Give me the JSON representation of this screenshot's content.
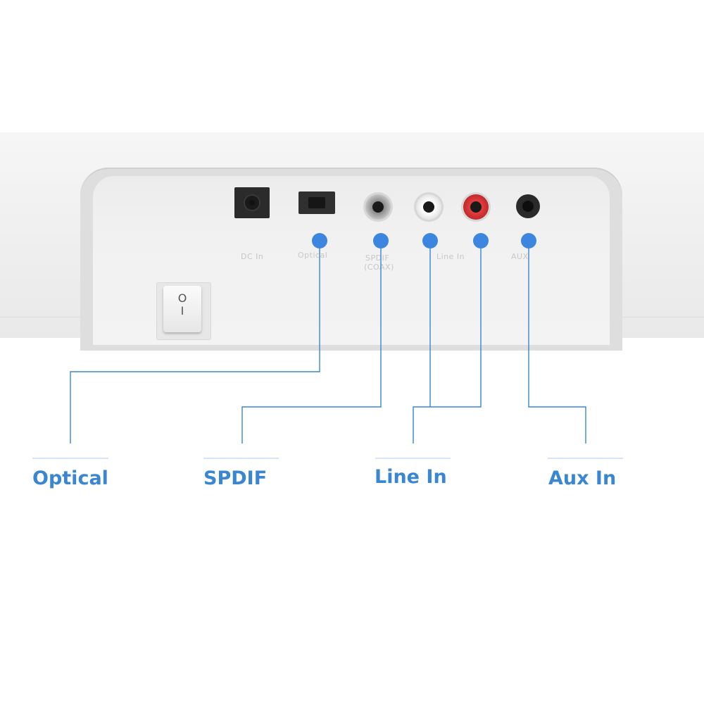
{
  "panel_prints": {
    "dc_in": "DC In",
    "optical": "Optical",
    "spdif": "SPDIF",
    "spdif_sub": "(COAX)",
    "line_in": "Line In",
    "aux": "AUX"
  },
  "switch": {
    "on_symbol": "O",
    "off_symbol": "I"
  },
  "callouts": [
    {
      "key": "optical",
      "label": "Optical"
    },
    {
      "key": "spdif",
      "label": "SPDIF"
    },
    {
      "key": "line_in",
      "label": "Line In"
    },
    {
      "key": "aux_in",
      "label": "Aux In"
    }
  ],
  "colors": {
    "accent": "#3a86d2",
    "dot": "#3d86e0",
    "rca_left": "#9a9a9a",
    "rca_white": "#f3f3f3",
    "rca_red": "#d8383a"
  }
}
